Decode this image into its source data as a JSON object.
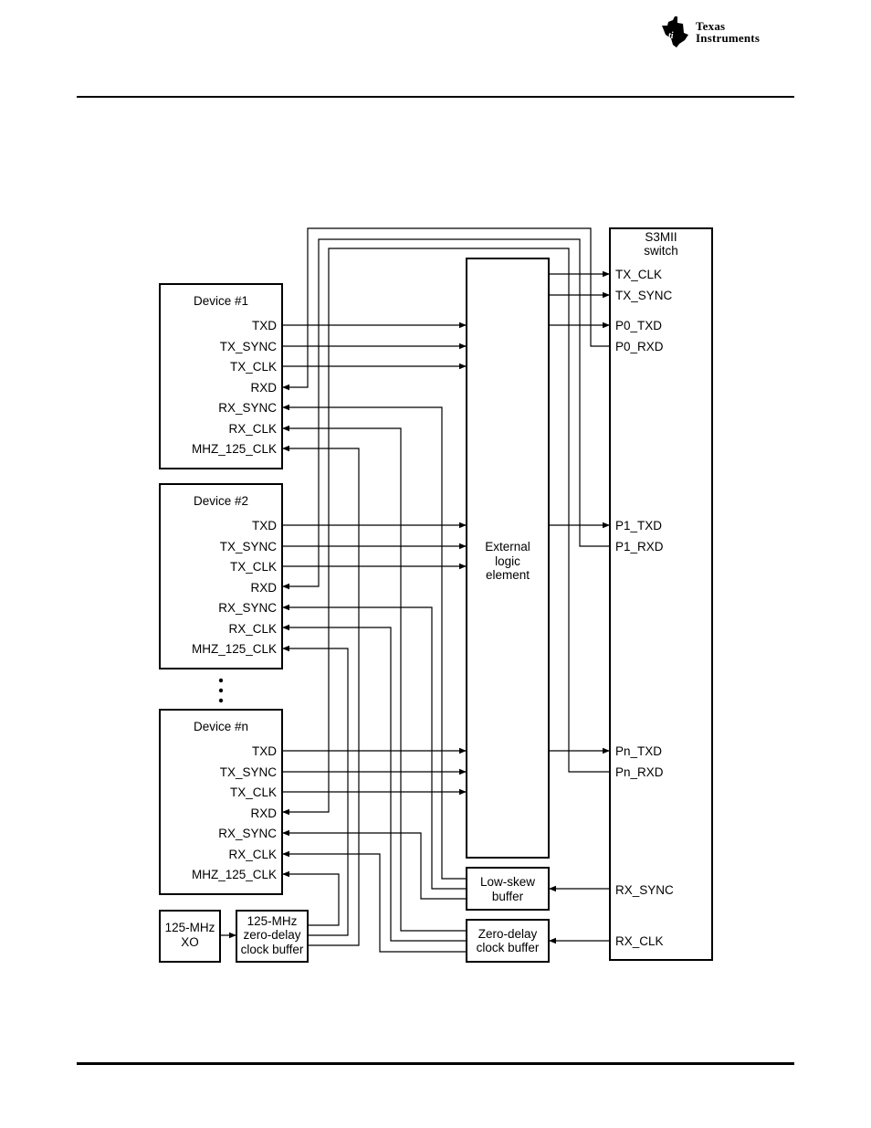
{
  "brand": {
    "line1": "Texas",
    "line2": "Instruments"
  },
  "diagram": {
    "switch": {
      "title_line1": "S3MII",
      "title_line2": "switch",
      "ports": [
        "TX_CLK",
        "TX_SYNC",
        "P0_TXD",
        "P0_RXD",
        "P1_TXD",
        "P1_RXD",
        "Pn_TXD",
        "Pn_RXD",
        "RX_SYNC",
        "RX_CLK"
      ]
    },
    "devices": [
      {
        "title": "Device #1",
        "signals": [
          "TXD",
          "TX_SYNC",
          "TX_CLK",
          "RXD",
          "RX_SYNC",
          "RX_CLK",
          "MHZ_125_CLK"
        ]
      },
      {
        "title": "Device #2",
        "signals": [
          "TXD",
          "TX_SYNC",
          "TX_CLK",
          "RXD",
          "RX_SYNC",
          "RX_CLK",
          "MHZ_125_CLK"
        ]
      },
      {
        "title": "Device #n",
        "signals": [
          "TXD",
          "TX_SYNC",
          "TX_CLK",
          "RXD",
          "RX_SYNC",
          "RX_CLK",
          "MHZ_125_CLK"
        ]
      }
    ],
    "external_logic": {
      "line1": "External",
      "line2": "logic",
      "line3": "element"
    },
    "low_skew_buffer": {
      "line1": "Low-skew",
      "line2": "buffer"
    },
    "zero_delay_buffer": {
      "line1": "Zero-delay",
      "line2": "clock buffer"
    },
    "xo": {
      "line1": "125-MHz",
      "line2": "XO"
    },
    "clock_buffer_125": {
      "line1": "125-MHz",
      "line2": "zero-delay",
      "line3": "clock buffer"
    }
  }
}
